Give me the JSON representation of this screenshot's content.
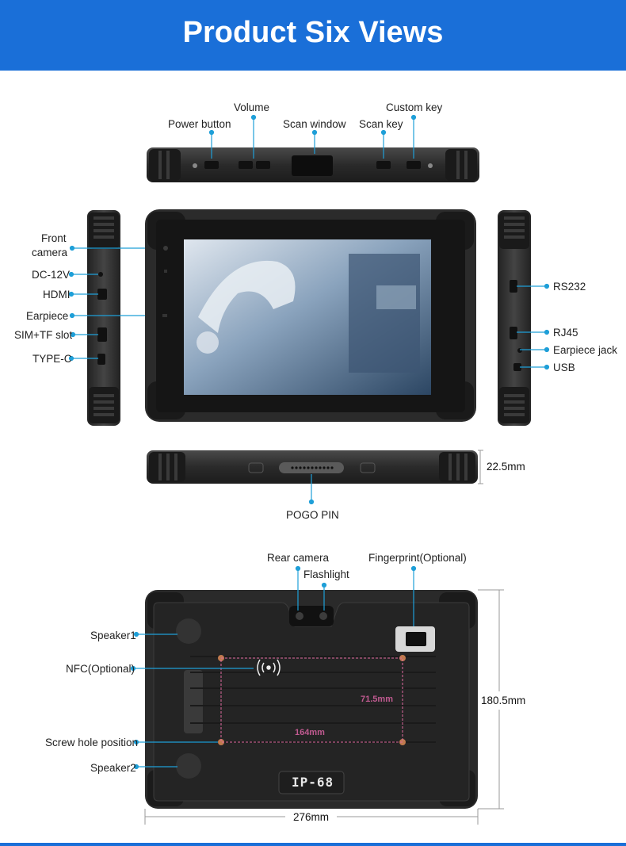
{
  "header": {
    "title": "Product Six Views"
  },
  "colors": {
    "banner": "#1a6fd8",
    "callout": "#1e9fd8",
    "dimension": "#e06aa0",
    "body": "#2a2a2a"
  },
  "top_view": {
    "power_button": "Power button",
    "volume": "Volume",
    "scan_window": "Scan window",
    "scan_key": "Scan key",
    "custom_key": "Custom key"
  },
  "left_view": {
    "front_camera_line1": "Front",
    "front_camera_line2": "camera",
    "dc": "DC-12V",
    "hdmi": "HDMI",
    "earpiece": "Earpiece",
    "sim_tf": "SIM+TF slot",
    "type_c": "TYPE-C"
  },
  "right_view": {
    "rs232": "RS232",
    "rj45": "RJ45",
    "earpiece_jack": "Earpiece jack",
    "usb": "USB"
  },
  "bottom_view": {
    "thickness": "22.5mm",
    "pogo_pin": "POGO PIN"
  },
  "back_view": {
    "rear_camera": "Rear camera",
    "flashlight": "Flashlight",
    "fingerprint": "Fingerprint(Optional)",
    "speaker1": "Speaker1",
    "nfc": "NFC(Optional)",
    "screw_hole": "Screw hole position",
    "speaker2": "Speaker2",
    "height": "180.5mm",
    "width": "276mm",
    "inner_width": "164mm",
    "inner_height": "71.5mm",
    "ip_rating": "IP-68"
  }
}
